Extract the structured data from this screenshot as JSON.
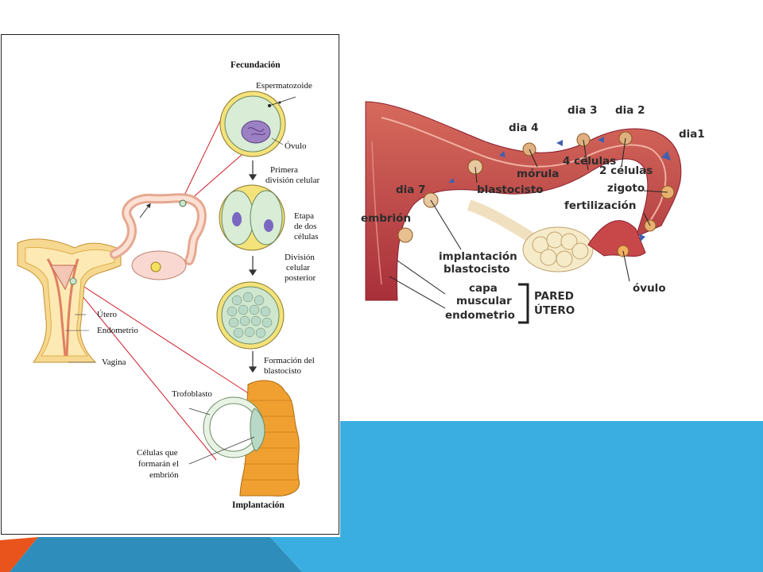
{
  "colors": {
    "blue_band": "#3aaee0",
    "bottom_orange": "#e8541c",
    "bottom_teal": "#2f8dbb",
    "tissue_red": "#b8383a",
    "cell_green": "#cfe6cf",
    "cell_yellow": "#f4e27a",
    "endometrium_orange": "#f0a030"
  },
  "left_diagram": {
    "fecundacion": "Fecundación",
    "espermatozoide": "Espermatozoide",
    "ovulo": "Óvulo",
    "primera_division_1": "Primera",
    "primera_division_2": "división celular",
    "etapa_1": "Etapa",
    "etapa_2": "de dos",
    "etapa_3": "células",
    "division_posterior_1": "División",
    "division_posterior_2": "celular",
    "division_posterior_3": "posterior",
    "formacion_1": "Formación del",
    "formacion_2": "blastocisto",
    "utero": "Útero",
    "endometrio": "Endometrio",
    "vagina": "Vagina",
    "trofoblasto": "Trofoblasto",
    "celulas_embrion_1": "Células que",
    "celulas_embrion_2": "formarán el",
    "celulas_embrion_3": "embrión",
    "implantacion": "Implantación"
  },
  "right_diagram": {
    "dia3": "dia 3",
    "dia2": "dia 2",
    "dia4": "dia 4",
    "dia1": "dia1",
    "cuatro_celulas": "4 células",
    "morula": "mórula",
    "dos_celulas": "2 células",
    "blastocisto": "blastocisto",
    "zigoto": "zigoto",
    "dia7": "dia 7",
    "fertilizacion": "fertilización",
    "embrion": "embrión",
    "implantacion_1": "implantación",
    "implantacion_2": "blastocisto",
    "capa": "capa",
    "muscular": "muscular",
    "endometrio": "endometrio",
    "pared": "PARED",
    "utero": "ÚTERO",
    "ovulo": "óvulo"
  }
}
